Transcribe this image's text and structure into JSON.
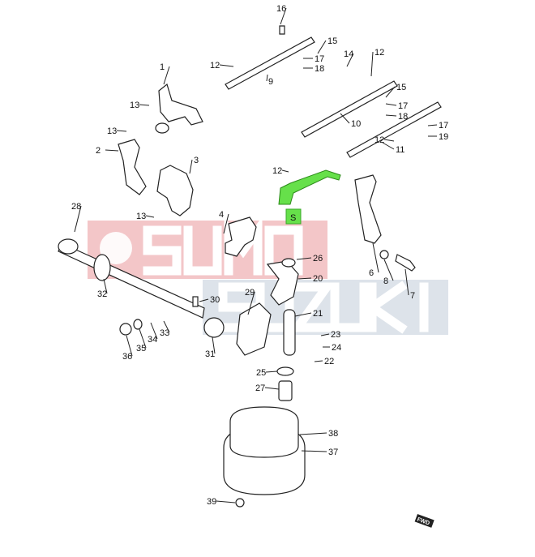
{
  "diagram": {
    "watermark": {
      "brand": "SUMO",
      "make": "SUZUKI",
      "pink": "#f3c6c8",
      "gray": "#dde3ea"
    },
    "highlight": {
      "label": "S",
      "color": "#66e04a"
    },
    "fwd_label": "FWD",
    "callouts": [
      "16",
      "15",
      "17",
      "18",
      "12",
      "9",
      "14",
      "12",
      "1",
      "13",
      "15",
      "17",
      "18",
      "10",
      "13",
      "17",
      "19",
      "12",
      "11",
      "2",
      "3",
      "12",
      "28",
      "13",
      "4",
      "26",
      "20",
      "6",
      "8",
      "7",
      "32",
      "30",
      "29",
      "21",
      "33",
      "34",
      "35",
      "36",
      "31",
      "23",
      "24",
      "22",
      "25",
      "27",
      "38",
      "37",
      "39"
    ]
  }
}
